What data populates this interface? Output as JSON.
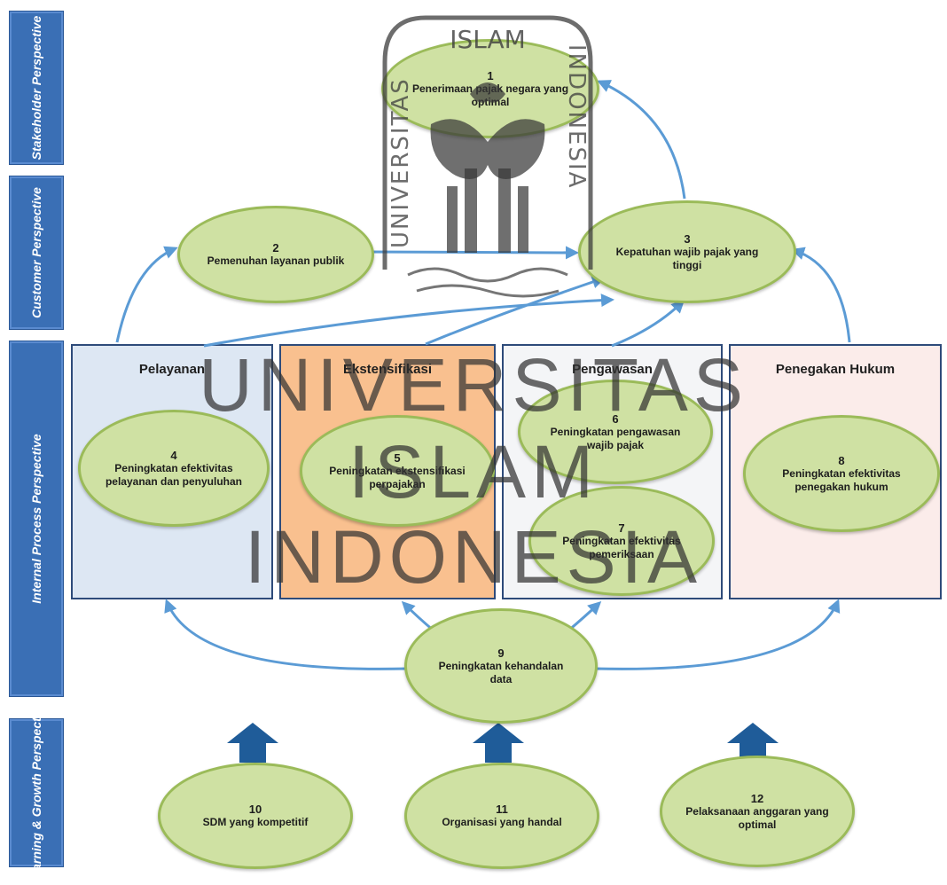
{
  "perspectives": {
    "stakeholder": "Stakeholder Perspective",
    "customer": "Customer Perspective",
    "internal": "Internal Process Perspective",
    "learning": "Learning & Growth Perspective"
  },
  "boxes": {
    "pelayanan": "Pelayanan",
    "ekstensifikasi": "Ekstensifikasi",
    "pengawasan": "Pengawasan",
    "penegakan": "Penegakan Hukum"
  },
  "objectives": [
    {
      "num": "1",
      "label": "Penerimaan pajak negara yang optimal"
    },
    {
      "num": "2",
      "label": "Pemenuhan layanan publik"
    },
    {
      "num": "3",
      "label": "Kepatuhan wajib pajak yang tinggi"
    },
    {
      "num": "4",
      "label": "Peningkatan efektivitas pelayanan dan penyuluhan"
    },
    {
      "num": "5",
      "label": "Peningkatan ekstensifikasi perpajakan"
    },
    {
      "num": "6",
      "label": "Peningkatan pengawasan wajib pajak"
    },
    {
      "num": "7",
      "label": "Peningkatan efektivitas pemeriksaan"
    },
    {
      "num": "8",
      "label": "Peningkatan efektivitas penegakan hukum"
    },
    {
      "num": "9",
      "label": "Peningkatan kehandalan data"
    },
    {
      "num": "10",
      "label": "SDM yang kompetitif"
    },
    {
      "num": "11",
      "label": "Organisasi yang handal"
    },
    {
      "num": "12",
      "label": "Pelaksanaan anggaran yang optimal"
    }
  ],
  "watermark": {
    "line1": "UNIVERSITAS",
    "line2": "ISLAM",
    "line3": "INDONESIA",
    "seal_top": "ISLAM",
    "seal_left": "UNIVERSITAS",
    "seal_right": "INDONESIA"
  },
  "colors": {
    "perspective_band": "#3a6fb5",
    "oval_fill": "#cfe1a3",
    "oval_border": "#9bbb59",
    "arrow": "#5b9bd5",
    "box_pelayanan": "#dde7f3",
    "box_ekstensifikasi": "#f9c08f",
    "box_pengawasan": "#f4f5f7",
    "box_penegakan": "#fbecea"
  }
}
